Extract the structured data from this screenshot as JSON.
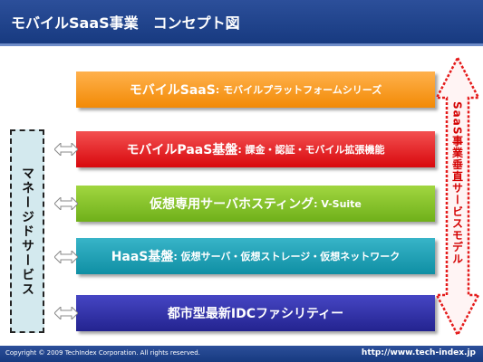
{
  "header": {
    "title": "モバイルSaaS事業　コンセプト図"
  },
  "layers": {
    "saas": {
      "name": "モバイルSaaS",
      "desc": ": モバイルプラットフォームシリーズ",
      "color": "#f59a1b"
    },
    "paas": {
      "name": "モバイルPaaS基盤",
      "desc": ": 課金・認証・モバイル拡張機能",
      "color": "#e11b1e"
    },
    "hosting": {
      "name": "仮想専用サーバホスティング",
      "desc": ": V-Suite",
      "color": "#7fbf26"
    },
    "haas": {
      "name": "HaaS基盤",
      "desc": ": 仮想サーバ・仮想ストレージ・仮想ネットワーク",
      "color": "#1ba0b5"
    },
    "idc": {
      "name": "都市型最新IDCファシリティー",
      "color": "#2e2ea6"
    }
  },
  "managed_services": {
    "label": "マネージドサービス"
  },
  "vertical_model": {
    "label": "SaaS事業垂直サービスモデル",
    "color": "#d40000"
  },
  "footer": {
    "copyright": "Copyright © 2009 TechIndex Corporation. All rights reserved.",
    "url": "http://www.tech-index.jp"
  }
}
